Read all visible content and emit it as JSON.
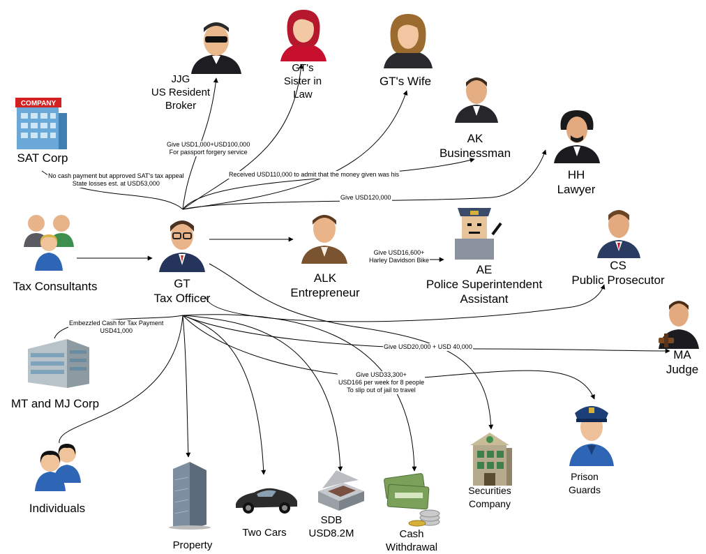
{
  "nodes": {
    "jjg": [
      "JJG",
      "US Resident",
      "Broker"
    ],
    "sister": [
      "GT's",
      "Sister in",
      "Law"
    ],
    "wife": [
      "GT's Wife"
    ],
    "ak": [
      "AK",
      "Businessman"
    ],
    "hh": [
      "HH",
      "Lawyer"
    ],
    "satcorp": [
      "SAT Corp"
    ],
    "company_sign": "COMPANY",
    "taxcons": [
      "Tax Consultants"
    ],
    "gt": [
      "GT",
      "Tax Officer"
    ],
    "alk": [
      "ALK",
      "Entrepreneur"
    ],
    "ae": [
      "AE",
      "Police Superintendent",
      "Assistant"
    ],
    "cs": [
      "CS",
      "Public Prosecutor"
    ],
    "ma": [
      "MA",
      "Judge"
    ],
    "mtmj": [
      "MT and MJ Corp"
    ],
    "individuals": [
      "Individuals"
    ],
    "property": [
      "Property"
    ],
    "cars": [
      "Two Cars"
    ],
    "sdb": [
      "SDB",
      "USD8.2M"
    ],
    "cash": [
      "Cash",
      "Withdrawal"
    ],
    "securities": [
      "Securities",
      "Company"
    ],
    "guards": [
      "Prison",
      "Guards"
    ]
  },
  "edges": {
    "jjg": [
      "Give USD1,000+USD100,000",
      "For passport forgery service"
    ],
    "sat": [
      "No cash payment but approved SAT's tax appeal",
      "State losses est. at USD53,000"
    ],
    "ak": [
      "Received USD110,000 to admit that the money given was his"
    ],
    "hh": [
      "Give USD120,000"
    ],
    "ae": [
      "Give USD16,600+",
      "Harley Davidson Bike"
    ],
    "mt": [
      "Embezzled Cash for Tax Payment",
      "USD41,000"
    ],
    "ma": [
      "Give USD20,000 + USD 40,000"
    ],
    "guards": [
      "Give USD33,300+",
      "USD166 per week for 8 people",
      "To slip out of jail to travel"
    ]
  },
  "colors": {
    "line": "#000000",
    "skin": "#f0c49a",
    "suit": "#1e1e22",
    "female_top": "#c8102e",
    "blue": "#2e66b5",
    "brown": "#7a5330",
    "building": "#6aa8d8",
    "money": "#7aa05a"
  },
  "icons": [
    "broker-icon",
    "woman-red-icon",
    "woman-icon",
    "businessman-icon",
    "lawyer-icon",
    "company-building-icon",
    "people-group-icon",
    "tax-officer-icon",
    "entrepreneur-icon",
    "police-officer-icon",
    "prosecutor-icon",
    "judge-icon",
    "office-building-icon",
    "two-people-icon",
    "skyscraper-icon",
    "sports-car-icon",
    "safe-deposit-box-icon",
    "cash-stack-icon",
    "bank-building-icon",
    "prison-guard-icon"
  ]
}
